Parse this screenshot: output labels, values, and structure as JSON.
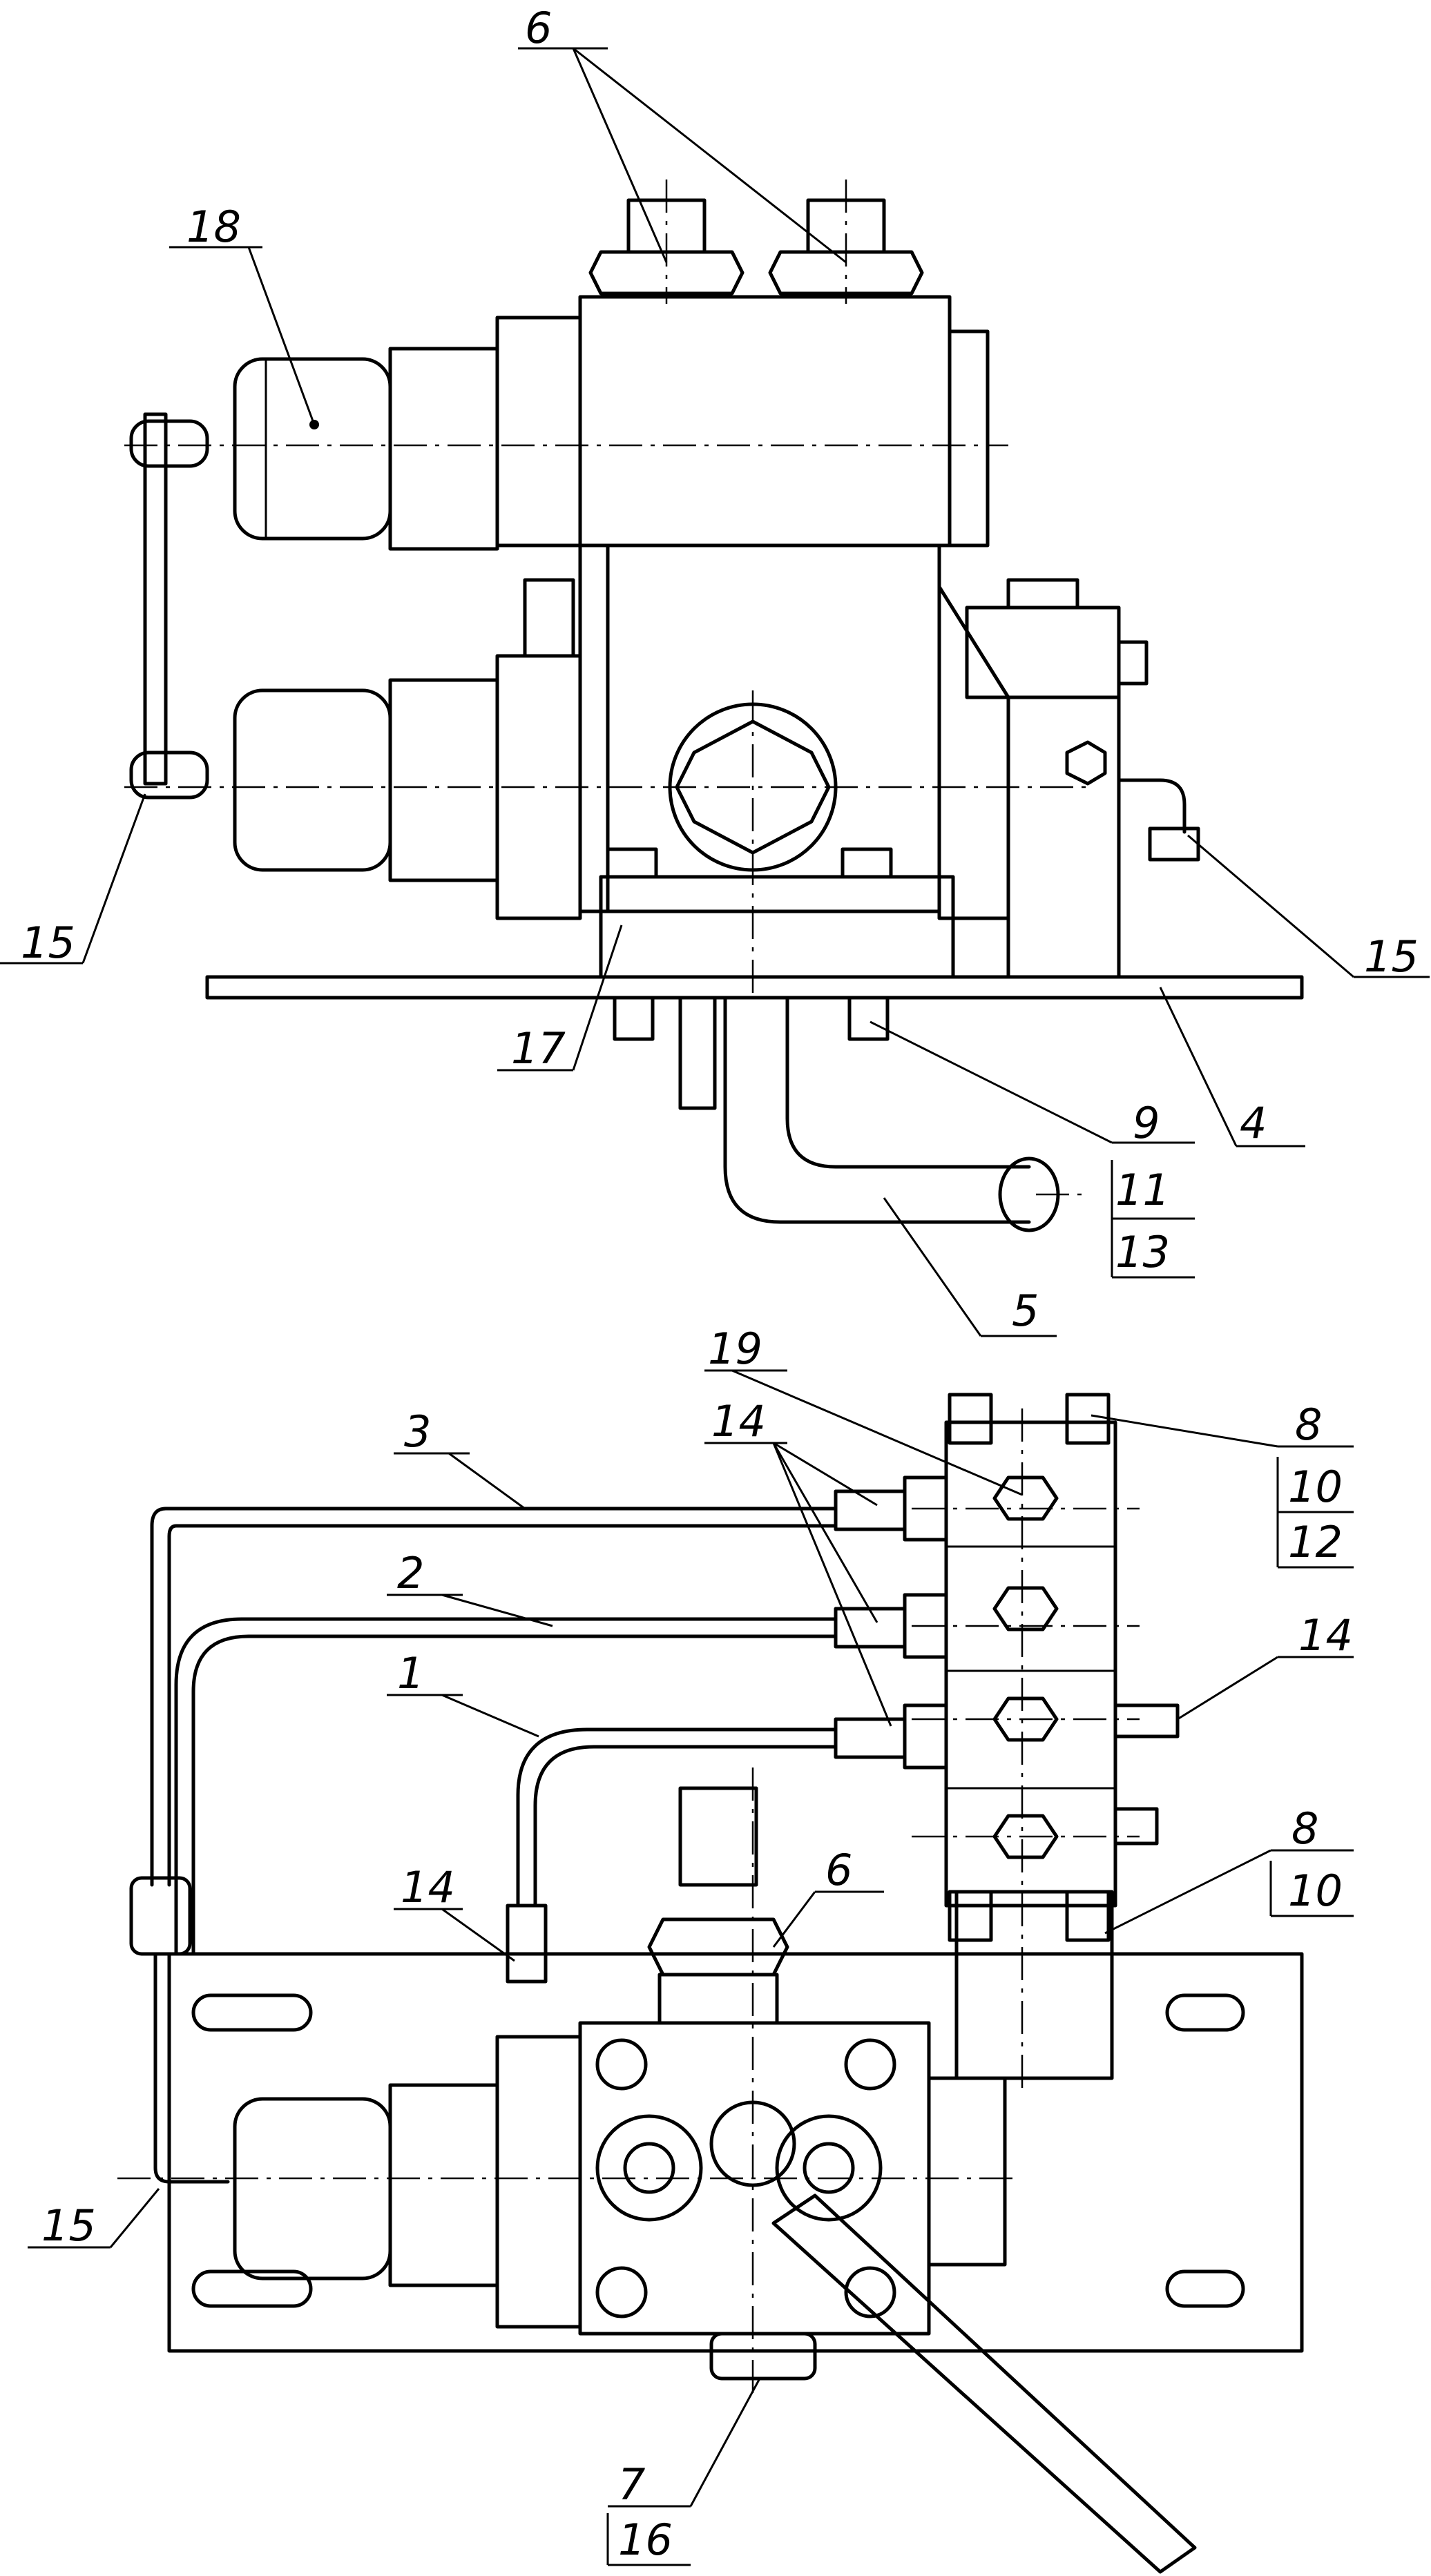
{
  "labels": {
    "top_6": "6",
    "top_18": "18",
    "top_15_left": "15",
    "top_15_right": "15",
    "top_17": "17",
    "top_9": "9",
    "top_11": "11",
    "top_13": "13",
    "top_4": "4",
    "top_5": "5",
    "bot_19": "19",
    "bot_14_top": "14",
    "bot_8_top": "8",
    "bot_10_top": "10",
    "bot_12": "12",
    "bot_3": "3",
    "bot_2": "2",
    "bot_1": "1",
    "bot_14_right": "14",
    "bot_8_mid": "8",
    "bot_10_mid": "10",
    "bot_14_left": "14",
    "bot_6": "6",
    "bot_15": "15",
    "bot_7": "7",
    "bot_16": "16"
  }
}
